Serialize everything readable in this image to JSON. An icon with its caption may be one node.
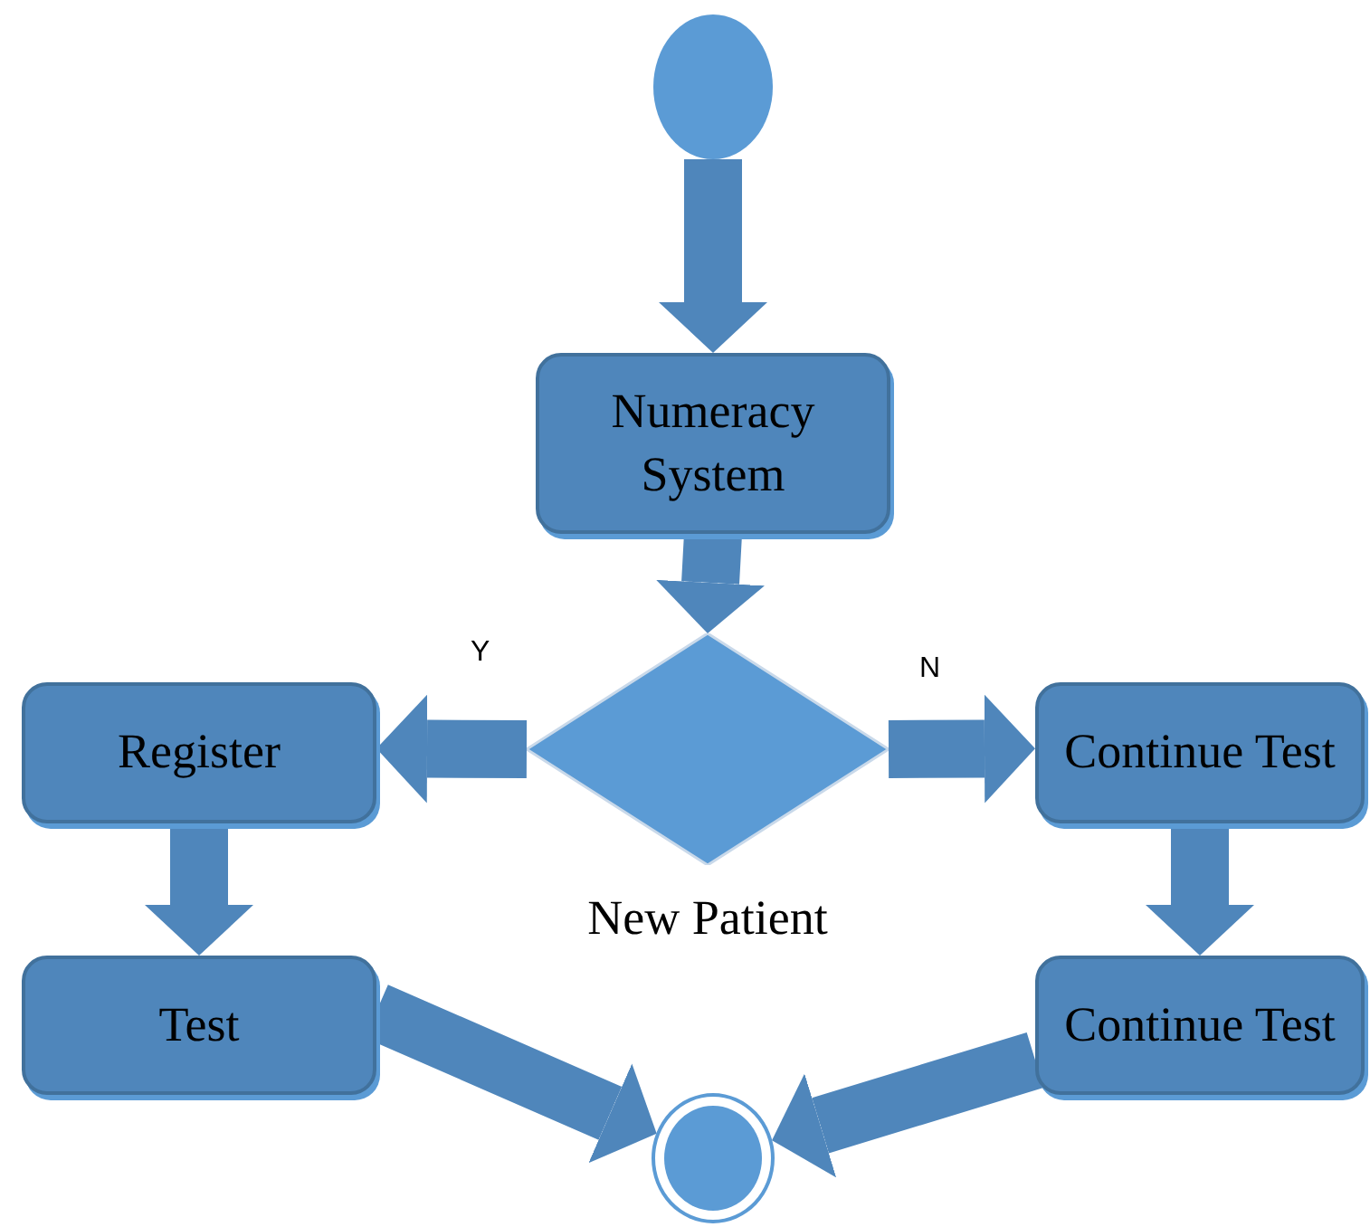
{
  "diagram": {
    "nodes": [
      {
        "text": [],
        "shape": "circle"
      },
      {
        "text": [
          "Numeracy System"
        ]
      },
      {
        "text": [
          "New Patient"
        ]
      },
      {
        "text": [
          "Register"
        ]
      },
      {
        "text": [
          "Continue Test"
        ]
      },
      {
        "text": [
          "Test"
        ]
      },
      {
        "text": [
          "Continue Test"
        ]
      },
      {
        "text": [],
        "shape": "circle"
      }
    ],
    "edges": [
      {
        "from": 0,
        "to": 1,
        "arrow": "to"
      },
      {
        "from": 1,
        "to": 2,
        "arrow": "to"
      },
      {
        "from": 2,
        "to": 3,
        "arrow": "to",
        "label": "Y"
      },
      {
        "from": 2,
        "to": 4,
        "arrow": "to",
        "label": "N"
      },
      {
        "from": 3,
        "to": 5,
        "arrow": "to"
      },
      {
        "from": 4,
        "to": 6,
        "arrow": "to"
      },
      {
        "from": 5,
        "to": 7,
        "arrow": "to"
      },
      {
        "from": 6,
        "to": 7,
        "arrow": "to"
      }
    ]
  }
}
